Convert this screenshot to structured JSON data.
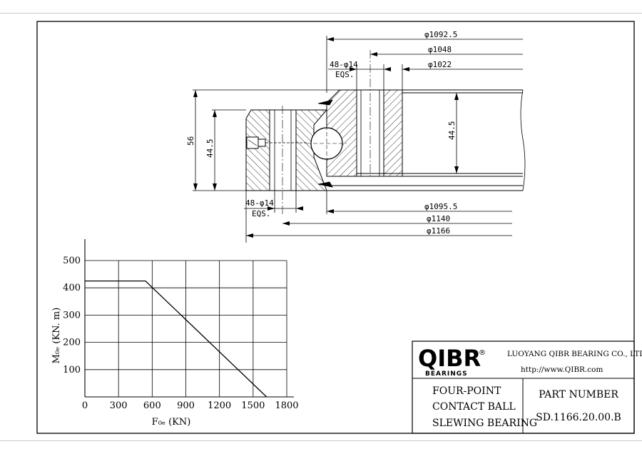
{
  "drawing": {
    "dimensions": {
      "d_1092_5": "φ1092.5",
      "d_1048": "φ1048",
      "d_1022": "φ1022",
      "holes_top": "48-φ14",
      "eqs_top": "EQS.",
      "h_56": "56",
      "h_44_5_left": "44.5",
      "h_44_5_right": "44.5",
      "holes_bottom": "48-φ14",
      "eqs_bottom": "EQS.",
      "d_1095_5": "φ1095.5",
      "d_1140": "φ1140",
      "d_1166": "φ1166"
    }
  },
  "chart_data": {
    "type": "line",
    "xlabel": "F₀ₑ (KN)",
    "ylabel": "M₀ₑ (KN. m)",
    "x_ticks": [
      "0",
      "300",
      "600",
      "900",
      "1200",
      "1500",
      "1800"
    ],
    "y_ticks": [
      "100",
      "200",
      "300",
      "400",
      "500"
    ],
    "xlim": [
      0,
      1800
    ],
    "ylim": [
      0,
      500
    ],
    "grid": true,
    "series": [
      {
        "x": [
          0,
          540,
          1620
        ],
        "y": [
          425,
          425,
          0
        ]
      }
    ]
  },
  "title_block": {
    "logo_text": "QIBR",
    "logo_registered": "®",
    "logo_sub": "BEARINGS",
    "company": "LUOYANG QIBR BEARING CO., LTD",
    "url": "http://www.QIBR.com",
    "desc_line1": "FOUR-POINT",
    "desc_line2": "CONTACT BALL",
    "desc_line3": "SLEWING BEARING",
    "part_label": "PART  NUMBER",
    "part_number": "SD.1166.20.00.B"
  }
}
